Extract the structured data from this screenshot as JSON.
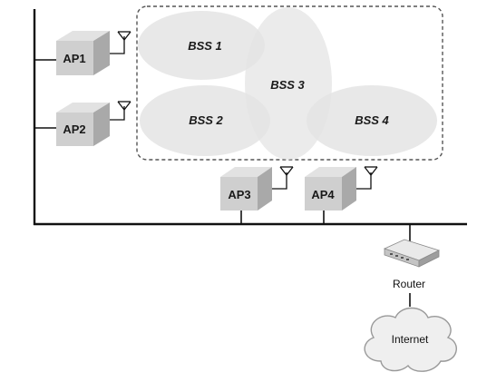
{
  "diagram": {
    "bss_cells": [
      {
        "label": "BSS 1"
      },
      {
        "label": "BSS 2"
      },
      {
        "label": "BSS 3"
      },
      {
        "label": "BSS 4"
      }
    ],
    "access_points": [
      {
        "label": "AP1"
      },
      {
        "label": "AP2"
      },
      {
        "label": "AP3"
      },
      {
        "label": "AP4"
      }
    ],
    "router": {
      "label": "Router"
    },
    "internet": {
      "label": "Internet"
    },
    "colors": {
      "line": "#111111",
      "bss_fill": "#e4e4e4",
      "ap_front": "#cfcfcf",
      "ap_top": "#e2e2e2",
      "ap_side": "#a9a9a9",
      "dash": "#555555"
    }
  }
}
